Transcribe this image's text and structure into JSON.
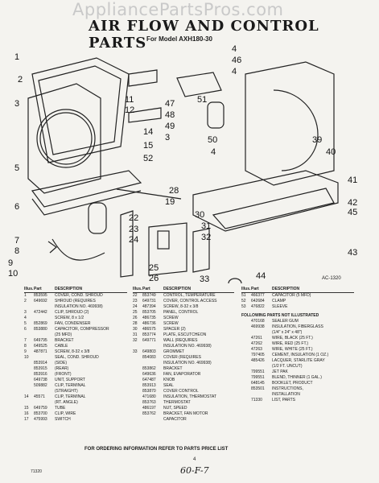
{
  "watermark": "AppliancePartsPros.com",
  "title": "AIR FLOW AND CONTROL PARTS",
  "subtitle": "For Model AXH180-30",
  "diagram_code": "AC-1320",
  "callouts": [
    {
      "n": "1"
    },
    {
      "n": "2"
    },
    {
      "n": "3"
    },
    {
      "n": "4"
    },
    {
      "n": "46"
    },
    {
      "n": "4"
    },
    {
      "n": "11"
    },
    {
      "n": "12"
    },
    {
      "n": "47"
    },
    {
      "n": "48"
    },
    {
      "n": "49"
    },
    {
      "n": "3"
    },
    {
      "n": "51"
    },
    {
      "n": "50"
    },
    {
      "n": "4"
    },
    {
      "n": "14"
    },
    {
      "n": "15"
    },
    {
      "n": "52"
    },
    {
      "n": "5"
    },
    {
      "n": "39"
    },
    {
      "n": "40"
    },
    {
      "n": "41"
    },
    {
      "n": "42"
    },
    {
      "n": "45"
    },
    {
      "n": "43"
    },
    {
      "n": "6"
    },
    {
      "n": "28"
    },
    {
      "n": "19"
    },
    {
      "n": "22"
    },
    {
      "n": "23"
    },
    {
      "n": "24"
    },
    {
      "n": "30"
    },
    {
      "n": "31"
    },
    {
      "n": "32"
    },
    {
      "n": "7"
    },
    {
      "n": "8"
    },
    {
      "n": "9"
    },
    {
      "n": "10"
    },
    {
      "n": "25"
    },
    {
      "n": "26"
    },
    {
      "n": "33"
    },
    {
      "n": "44"
    }
  ],
  "headers": {
    "illus": "Illus.",
    "no": "No.",
    "part": "Part",
    "partno": "No.",
    "desc": "DESCRIPTION"
  },
  "parts_col1": [
    [
      "1",
      "853595",
      "COVER, COND. SHROUD"
    ],
    [
      "2",
      "649692",
      "SHROUD (REQUIRES"
    ],
    [
      "",
      "",
      "INSULATION NO. 469938)"
    ],
    [
      "3",
      "472442",
      "CLIP, SHROUD (2)"
    ],
    [
      "4",
      "",
      "SCREW, 8 x 1/2"
    ],
    [
      "5",
      "852869",
      "FAN, CONDENSER"
    ],
    [
      "6",
      "853880",
      "CAPACITOR, COMPRESSOR"
    ],
    [
      "",
      "",
      "(25 MFD)"
    ],
    [
      "7",
      "649795",
      "BRACKET"
    ],
    [
      "8",
      "649525",
      "CABLE"
    ],
    [
      "9",
      "487871",
      "SCREW, 8-32 x 3/8"
    ],
    [
      "10",
      "",
      "SEAL, COND. SHROUD"
    ],
    [
      "",
      "853914",
      "(SIDE)"
    ],
    [
      "",
      "853915",
      "(REAR)"
    ],
    [
      "",
      "853916",
      "(FRONT)"
    ],
    [
      "",
      "649738",
      "UNIT, SUPPORT"
    ],
    [
      "",
      "509882",
      "CLIP, TERMINAL"
    ],
    [
      "",
      "",
      "(STRAIGHT)"
    ],
    [
      "14",
      "45571",
      "CLIP, TERMINAL"
    ],
    [
      "",
      "",
      "(RT. ANGLE)"
    ],
    [
      "15",
      "649759",
      "TUBE"
    ],
    [
      "16",
      "853700",
      "CLIP, WIRE"
    ],
    [
      "17",
      "475993",
      "SWITCH"
    ]
  ],
  "parts_col2": [
    [
      "22",
      "853749",
      "CONTROL, TEMPERATURE"
    ],
    [
      "23",
      "649731",
      "COVER, CONTROL ACCESS"
    ],
    [
      "24",
      "487394",
      "SCREW, 8-32 x 3/8"
    ],
    [
      "25",
      "853705",
      "PANEL, CONTROL"
    ],
    [
      "26",
      "486735",
      "SCREW"
    ],
    [
      "28",
      "486736",
      "SCREW"
    ],
    [
      "30",
      "486575",
      "SPACER (2)"
    ],
    [
      "31",
      "853774",
      "PLATE, ESCUTCHEON"
    ],
    [
      "32",
      "649771",
      "WALL (REQUIRES"
    ],
    [
      "",
      "",
      "INSULATION NO. 469938)"
    ],
    [
      "33",
      "649803",
      "GROMMET"
    ],
    [
      "",
      "854083",
      "COVER (REQUIRES"
    ],
    [
      "",
      "",
      "INSULATION NO. 469938)"
    ],
    [
      "",
      "853862",
      "BRACKET"
    ],
    [
      "",
      "649636",
      "FAN, EVAPORATOR"
    ],
    [
      "",
      "647487",
      "KNOB"
    ],
    [
      "",
      "853913",
      "SEAL"
    ],
    [
      "",
      "853870",
      "COVER CONTROL"
    ],
    [
      "",
      "471680",
      "INSULATION, THERMOSTAT"
    ],
    [
      "",
      "853763",
      "THERMOSTAT"
    ],
    [
      "",
      "486197",
      "NUT, SPEED"
    ],
    [
      "",
      "853762",
      "BRACKET, FAN MOTOR"
    ],
    [
      "",
      "",
      "CAPACITOR"
    ]
  ],
  "parts_col3": [
    [
      "51",
      "466377",
      "CAPACITOR (5 MFD)"
    ],
    [
      "52",
      "642684",
      "CLAMP"
    ],
    [
      "53",
      "476822",
      "SLEEVE"
    ]
  ],
  "not_illustrated_title": "FOLLOWING PARTS NOT ILLUSTRATED",
  "parts_not_illustrated": [
    [
      "",
      "470168",
      "SEALER GUM"
    ],
    [
      "",
      "469938",
      "INSULATION, FIBERGLASS"
    ],
    [
      "",
      "",
      "(1/4\" x 24\" x 48\")"
    ],
    [
      "",
      "47261",
      "WIRE, BLACK (25 FT.)"
    ],
    [
      "",
      "47262",
      "WIRE, RED (25 FT.)"
    ],
    [
      "",
      "47263",
      "WIRE, WHITE (25 FT.)"
    ],
    [
      "",
      "797405",
      "CEMENT, INSULATION (1 OZ.)"
    ],
    [
      "",
      "485426",
      "LACQUER, STARLITE GRAY"
    ],
    [
      "",
      "",
      "(1/2 FT. UNCUT)"
    ],
    [
      "",
      "799551",
      "JET PAK"
    ],
    [
      "",
      "799551",
      "BLEND, THINNER (1 GAL.)"
    ],
    [
      "",
      "648145",
      "BOOKLET, PRODUCT"
    ],
    [
      "",
      "853501",
      "INSTRUCTIONS,"
    ],
    [
      "",
      "",
      "INSTALLATION"
    ],
    [
      "",
      "71330",
      "LIST, PARTS"
    ]
  ],
  "footer": "FOR ORDERING INFORMATION REFER TO PARTS PRICE LIST",
  "page_number": "4",
  "handwritten": "60-F-7",
  "bottom_left": "71320"
}
